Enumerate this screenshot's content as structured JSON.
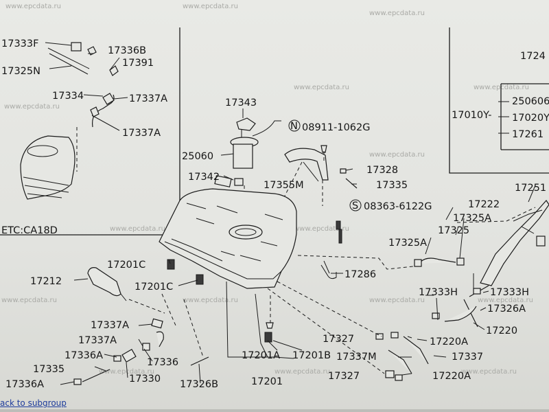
{
  "watermark": "www.epcdata.ru",
  "back_link": "ack to subgroup",
  "inset_label": "ETC:CA18D",
  "callouts": {
    "c17333F": "17333F",
    "c17336B": "17336B",
    "c17325N": "17325N",
    "c17391": "17391",
    "c17334": "17334",
    "c17337A_1": "17337A",
    "c17337A_2": "17337A",
    "c17343": "17343",
    "c08911": "08911-1062G",
    "c25060": "25060",
    "c17328": "17328",
    "c17355M": "17355M",
    "c17335": "17335",
    "c17342": "17342",
    "c08363": "08363-6122G",
    "c17222": "17222",
    "c17251": "17251",
    "c17325A_1": "17325A",
    "c17325": "17325",
    "c17325A_2": "17325A",
    "c17201C_1": "17201C",
    "c17201C_2": "17201C",
    "c17212": "17212",
    "c17286": "17286",
    "c17333H_1": "17333H",
    "c17333H_2": "17333H",
    "c17326A": "17326A",
    "c17220": "17220",
    "c17337A_3": "17337A",
    "c17337A_4": "17337A",
    "c17336A_1": "17336A",
    "c17336": "17336",
    "c17335_b": "17335",
    "c17330": "17330",
    "c17336A_2": "17336A",
    "c17326B": "17326B",
    "c17201A": "17201A",
    "c17201B": "17201B",
    "c17201": "17201",
    "c17327_1": "17327",
    "c17220A_1": "17220A",
    "c17337M": "17337M",
    "c17337": "17337",
    "c17327_2": "17327",
    "c17220A_2": "17220A",
    "c17010Y": "17010Y-",
    "c250606": "250606",
    "c17020Y": "17020Y",
    "c17261": "17261",
    "c1724": "1724"
  },
  "circled_letters": {
    "n": "N",
    "s": "S"
  }
}
